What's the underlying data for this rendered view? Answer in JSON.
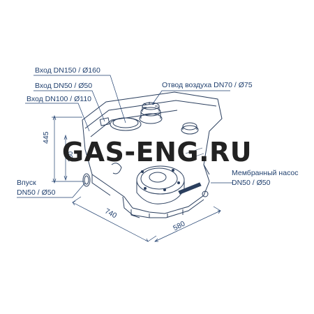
{
  "labels": {
    "inlet_dn150": "Вход DN150 / Ø160",
    "inlet_dn50": "Вход DN50 / Ø50",
    "inlet_dn100": "Вход DN100 / Ø110",
    "air_outlet": "Отвод воздуха DN70 / Ø75",
    "outlet_line1": "Впуск",
    "outlet_line2": "DN50 / Ø50",
    "pump_line1": "Мембранный насос",
    "pump_line2": "DN50 / Ø50"
  },
  "dimensions": {
    "height": "445",
    "inner_height": "250",
    "length": "740",
    "width": "580"
  },
  "watermark": "GAS-ENG.RU",
  "colors": {
    "lines": "#1f3f6e",
    "watermark": "#222222"
  }
}
